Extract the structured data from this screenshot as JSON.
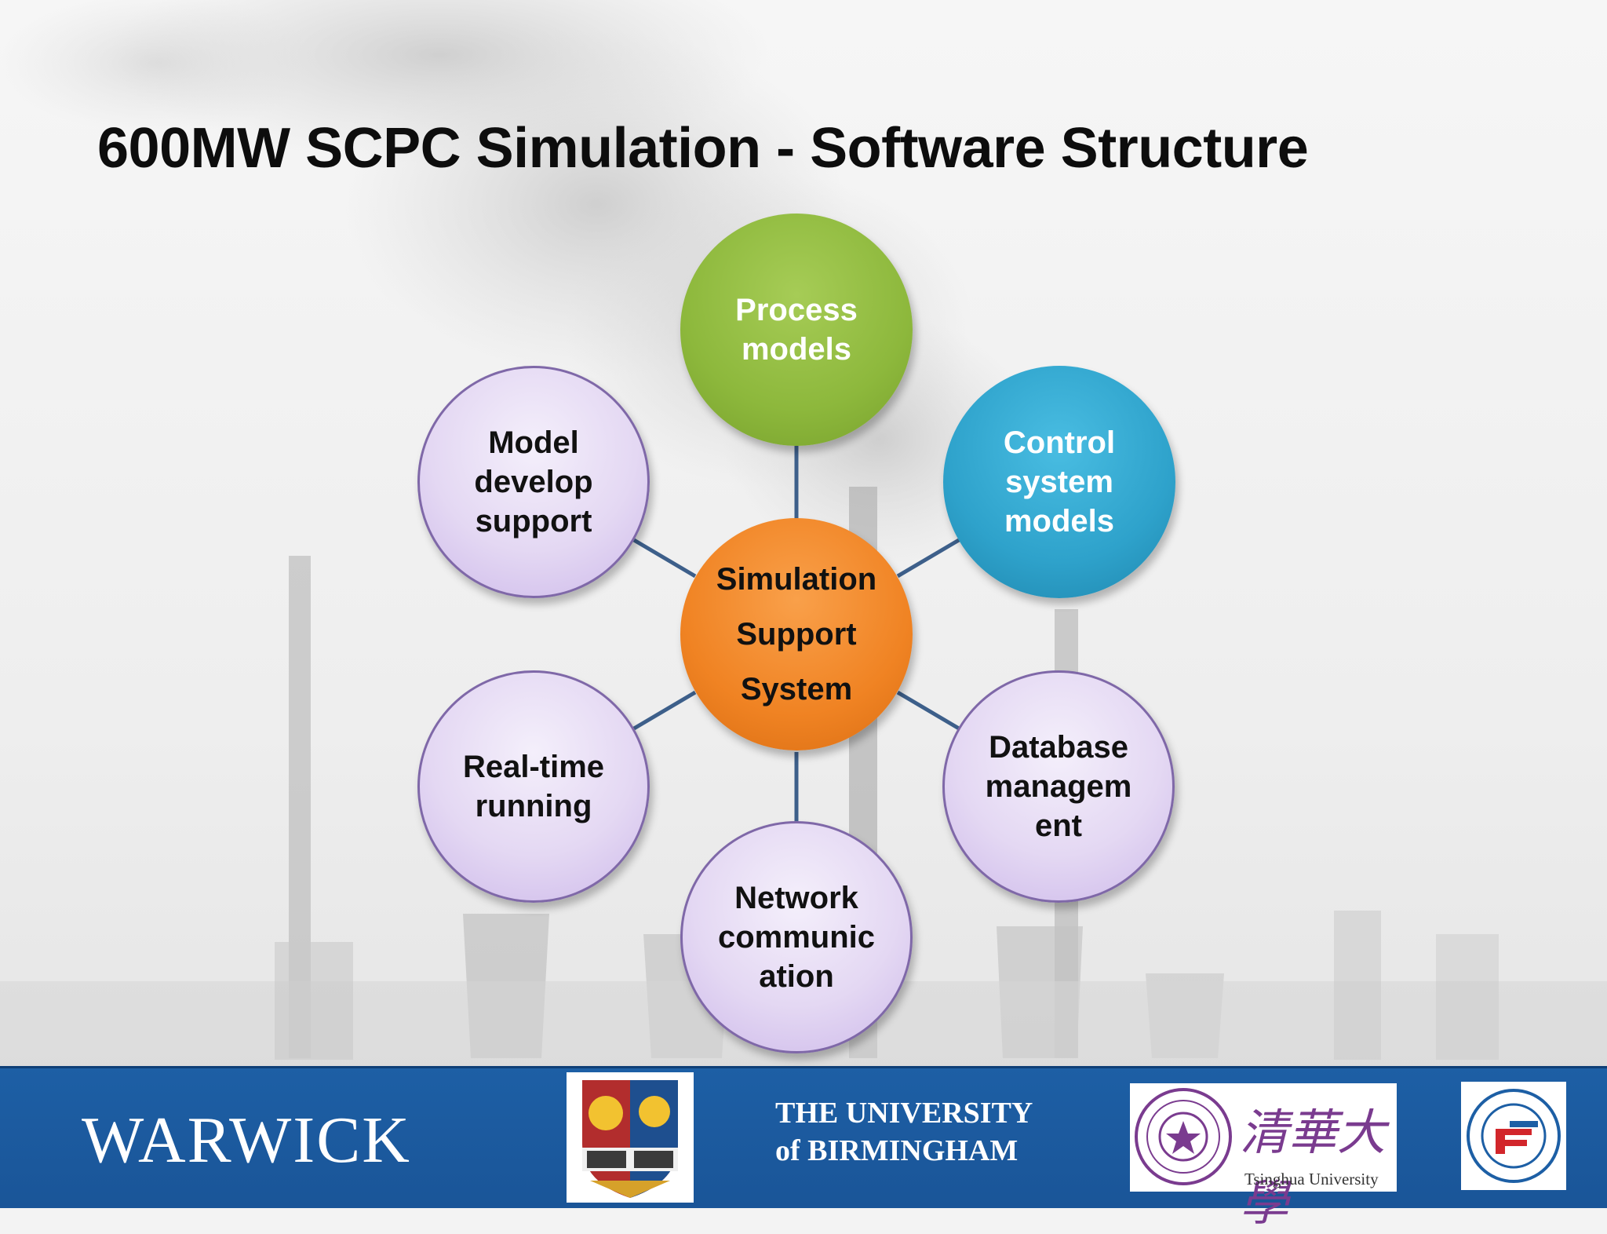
{
  "slide": {
    "title": "600MW SCPC Simulation - Software Structure"
  },
  "diagram": {
    "center": {
      "label": "Simulation\nSupport\nSystem",
      "color": "#f08323"
    },
    "nodes": [
      {
        "id": "process-models",
        "label": "Process\nmodels",
        "color": "#8db83c"
      },
      {
        "id": "control-system-models",
        "label": "Control\nsystem\nmodels",
        "color": "#2ea2cb"
      },
      {
        "id": "database-management",
        "label": "Database\nmanagem\nent",
        "color": "#e4d8f3"
      },
      {
        "id": "network-communication",
        "label": "Network\ncommunic\nation",
        "color": "#e4d8f3"
      },
      {
        "id": "real-time-running",
        "label": "Real-time\nrunning",
        "color": "#e4d8f3"
      },
      {
        "id": "model-develop-support",
        "label": "Model\ndevelop\nsupport",
        "color": "#e4d8f3"
      }
    ],
    "connector_color": "#3d5f8a"
  },
  "footer": {
    "background": "#1d5fa5",
    "logos": {
      "warwick": "WARWICK",
      "birmingham_line1": "THE UNIVERSITY",
      "birmingham_line2": "of BIRMINGHAM",
      "tsinghua_cn": "清華大學",
      "tsinghua_en": "Tsinghua University"
    }
  }
}
